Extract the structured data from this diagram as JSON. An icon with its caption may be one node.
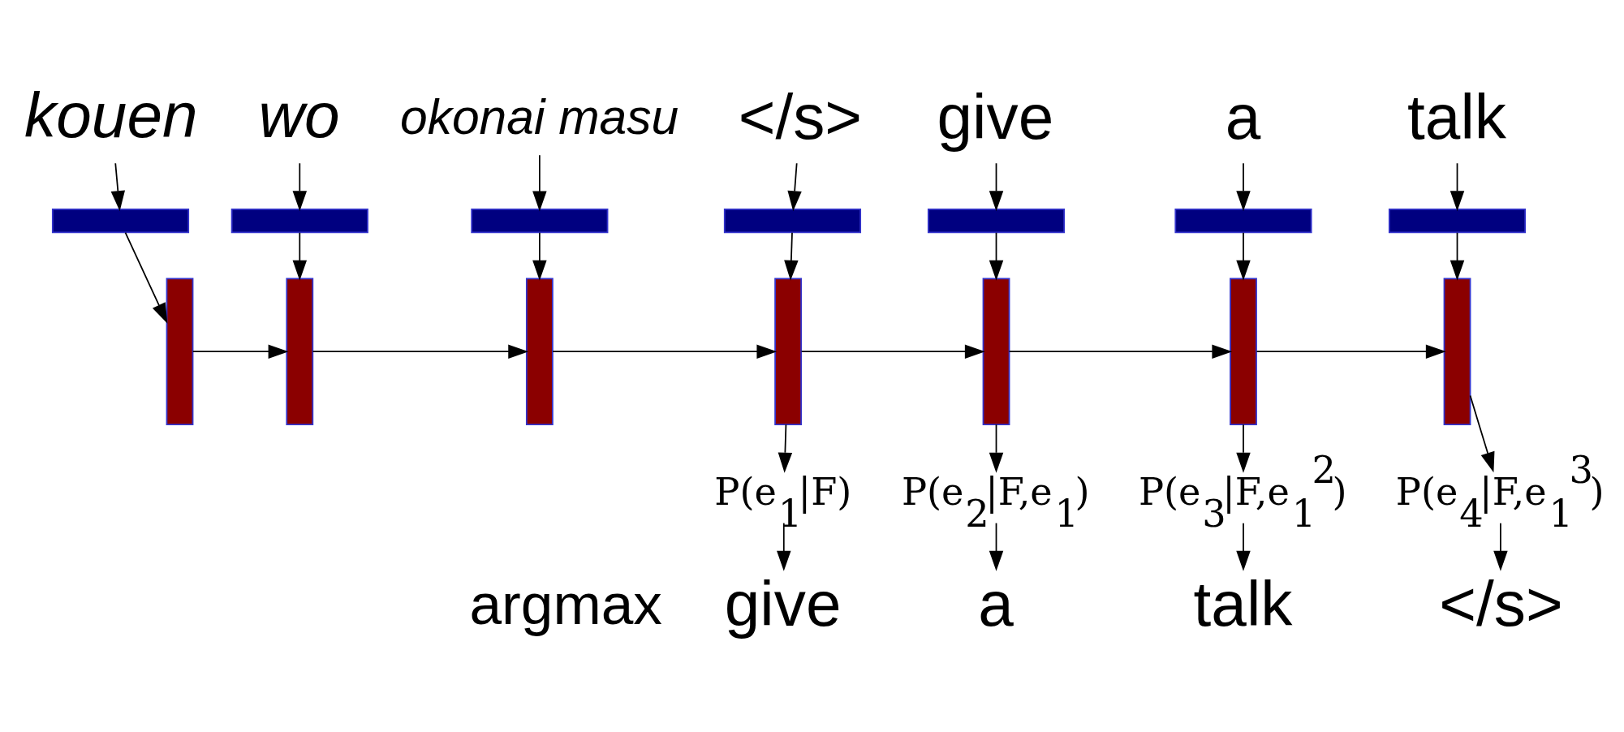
{
  "diagram": {
    "nodes": [
      {
        "text": [
          "kouen"
        ]
      },
      {
        "text": [
          "wo"
        ]
      },
      {
        "text": [
          "okonai masu"
        ]
      },
      {
        "text": [
          "</s>"
        ]
      },
      {
        "text": [
          "give"
        ]
      },
      {
        "text": [
          "a"
        ]
      },
      {
        "text": [
          "talk"
        ]
      },
      {
        "text": [],
        "shape": "bar"
      },
      {
        "text": [],
        "shape": "bar"
      },
      {
        "text": [],
        "shape": "bar"
      },
      {
        "text": [],
        "shape": "bar"
      },
      {
        "text": [],
        "shape": "bar"
      },
      {
        "text": [],
        "shape": "bar"
      },
      {
        "text": [],
        "shape": "bar"
      },
      {
        "text": [],
        "shape": "bar"
      },
      {
        "text": [],
        "shape": "bar"
      },
      {
        "text": [],
        "shape": "bar"
      },
      {
        "text": [],
        "shape": "bar"
      },
      {
        "text": [],
        "shape": "bar"
      },
      {
        "text": [],
        "shape": "bar"
      },
      {
        "text": [],
        "shape": "bar"
      },
      {
        "text": [
          "P(e$_{1}$|F)"
        ]
      },
      {
        "text": [
          "P(e$_{2}$|F,e$_{1}$)"
        ]
      },
      {
        "text": [
          "P(e$_{3}$|F,e$_{1}$$^{2}$)"
        ]
      },
      {
        "text": [
          "P(e$_{4}$|F,e$_{1}$$^{3}$)"
        ]
      },
      {
        "text": [
          "give"
        ]
      },
      {
        "text": [
          "a"
        ]
      },
      {
        "text": [
          "talk"
        ]
      },
      {
        "text": [
          "</s>"
        ]
      }
    ],
    "edges": [
      {
        "from": 0,
        "to": 7,
        "arrow": "to"
      },
      {
        "from": 1,
        "to": 8,
        "arrow": "to"
      },
      {
        "from": 2,
        "to": 9,
        "arrow": "to"
      },
      {
        "from": 3,
        "to": 10,
        "arrow": "to"
      },
      {
        "from": 4,
        "to": 11,
        "arrow": "to"
      },
      {
        "from": 5,
        "to": 12,
        "arrow": "to"
      },
      {
        "from": 6,
        "to": 13,
        "arrow": "to"
      },
      {
        "from": 7,
        "to": 14,
        "arrow": "to"
      },
      {
        "from": 8,
        "to": 15,
        "arrow": "to"
      },
      {
        "from": 9,
        "to": 16,
        "arrow": "to"
      },
      {
        "from": 10,
        "to": 17,
        "arrow": "to"
      },
      {
        "from": 11,
        "to": 18,
        "arrow": "to"
      },
      {
        "from": 12,
        "to": 19,
        "arrow": "to"
      },
      {
        "from": 13,
        "to": 20,
        "arrow": "to"
      },
      {
        "from": 14,
        "to": 15,
        "arrow": "to"
      },
      {
        "from": 15,
        "to": 16,
        "arrow": "to"
      },
      {
        "from": 16,
        "to": 17,
        "arrow": "to"
      },
      {
        "from": 17,
        "to": 18,
        "arrow": "to"
      },
      {
        "from": 18,
        "to": 19,
        "arrow": "to"
      },
      {
        "from": 19,
        "to": 20,
        "arrow": "to"
      },
      {
        "from": 17,
        "to": 21,
        "arrow": "to"
      },
      {
        "from": 18,
        "to": 22,
        "arrow": "to"
      },
      {
        "from": 19,
        "to": 23,
        "arrow": "to"
      },
      {
        "from": 20,
        "to": 24,
        "arrow": "to"
      },
      {
        "from": 21,
        "to": 25,
        "arrow": "to"
      },
      {
        "from": 22,
        "to": 26,
        "arrow": "to"
      },
      {
        "from": 23,
        "to": 27,
        "arrow": "to"
      },
      {
        "from": 24,
        "to": 28,
        "arrow": "to"
      }
    ],
    "labels": [
      "argmax"
    ]
  }
}
